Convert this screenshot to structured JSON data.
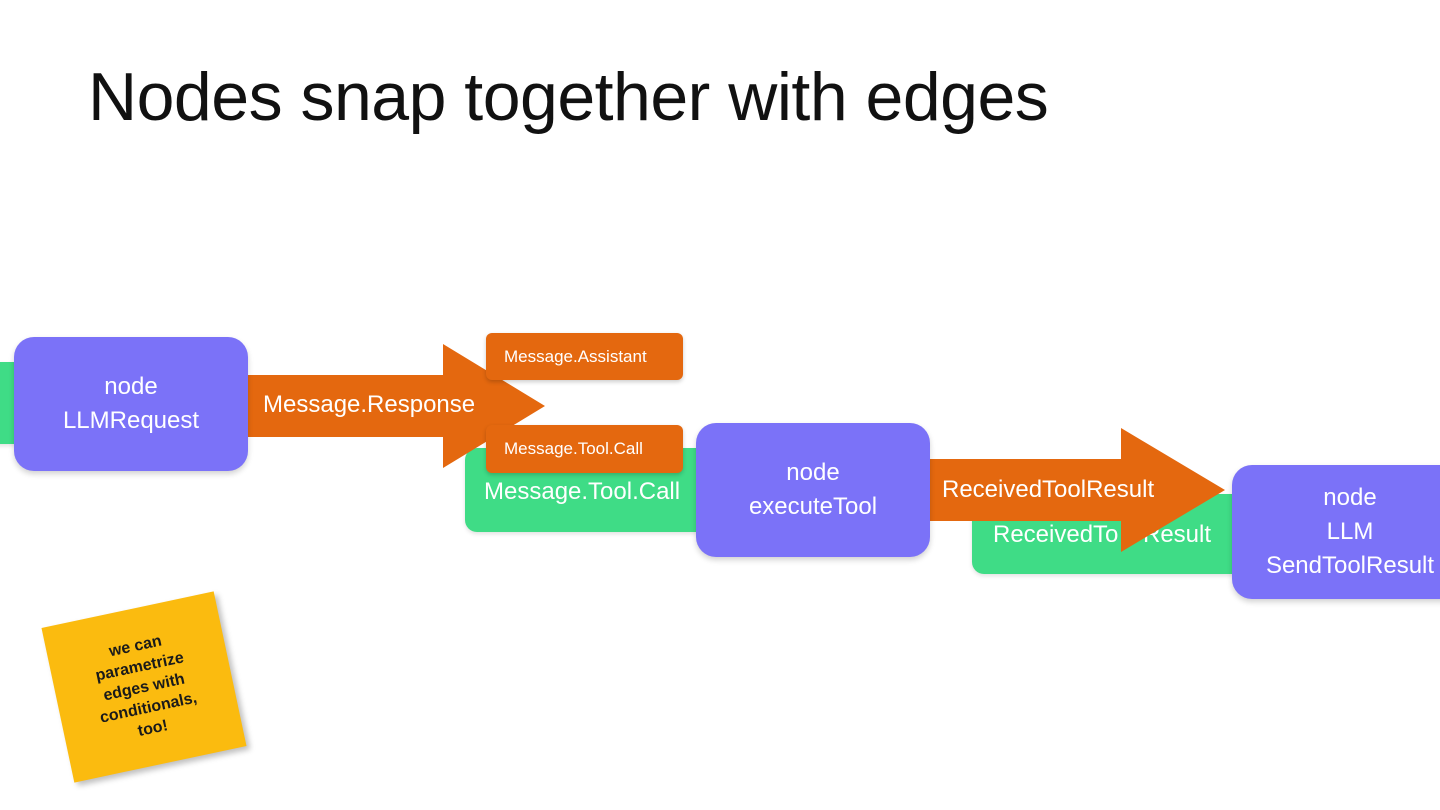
{
  "slide": {
    "title": "Nodes snap together with edges"
  },
  "nodes": [
    {
      "id": "llm-request",
      "lines": [
        "node",
        "LLMRequest"
      ]
    },
    {
      "id": "execute-tool",
      "lines": [
        "node",
        "executeTool"
      ]
    },
    {
      "id": "llm-send-tool-result",
      "lines": [
        "node",
        "LLM",
        "SendToolResult"
      ]
    }
  ],
  "edges": {
    "response_arrow": {
      "label": "Message.Response"
    },
    "tool_result_arrow": {
      "label": "ReceivedToolResult"
    }
  },
  "green_labels": {
    "tool_call": "Message.Tool.Call",
    "tool_result_partial_left": "ReceivedTo",
    "tool_result_partial_right": "Result"
  },
  "chips": {
    "assistant": "Message.Assistant",
    "tool_call": "Message.Tool.Call"
  },
  "sticky_note": {
    "lines": [
      "we can",
      "parametrize",
      "edges with",
      "conditionals,",
      "too!"
    ]
  },
  "colors": {
    "node": "#7b72f8",
    "edge": "#e4680f",
    "port": "#3fdc86",
    "sticky": "#fbbb0f"
  }
}
